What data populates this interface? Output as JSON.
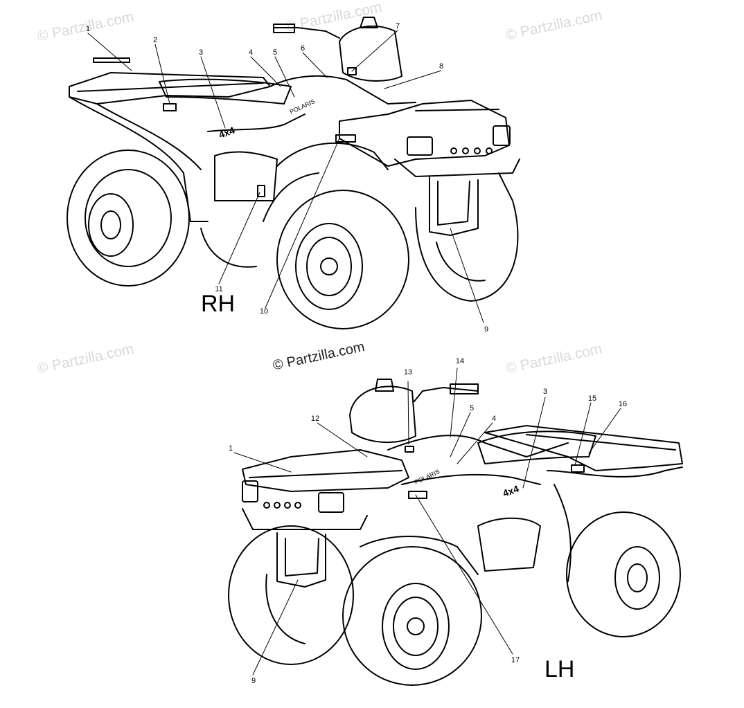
{
  "watermark": "© Partzilla.com",
  "views": {
    "rh": {
      "label": "RH",
      "callouts": [
        "1",
        "2",
        "3",
        "4",
        "5",
        "6",
        "7",
        "8",
        "9",
        "10",
        "11"
      ]
    },
    "lh": {
      "label": "LH",
      "callouts": [
        "13",
        "14",
        "12",
        "5",
        "4",
        "3",
        "15",
        "16",
        "1",
        "9",
        "17"
      ]
    }
  }
}
